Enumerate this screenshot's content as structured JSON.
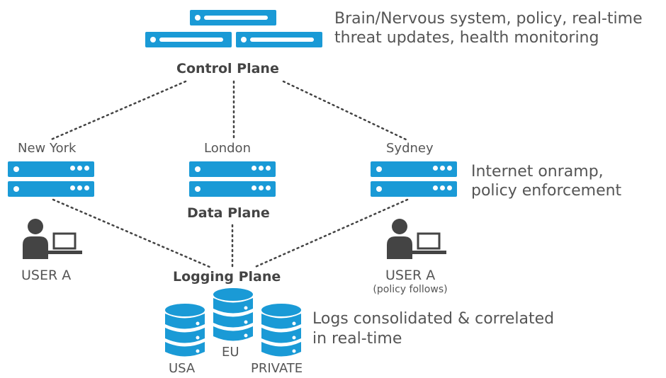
{
  "colors": {
    "accent": "#1a9ad6",
    "text": "#555555",
    "user": "#444444"
  },
  "control_plane": {
    "label": "Control Plane",
    "note_lines": [
      "Brain/Nervous system, policy, real-time",
      "threat updates, health monitoring"
    ]
  },
  "data_plane": {
    "label": "Data Plane",
    "cities": [
      "New York",
      "London",
      "Sydney"
    ],
    "note_lines": [
      "Internet onramp,",
      "policy enforcement"
    ]
  },
  "users": [
    {
      "label": "USER A",
      "sublabel": ""
    },
    {
      "label": "USER A",
      "sublabel": "(policy follows)"
    }
  ],
  "logging_plane": {
    "label": "Logging Plane",
    "databases": [
      "USA",
      "EU",
      "PRIVATE"
    ],
    "note_lines": [
      "Logs consolidated & correlated",
      "in real-time"
    ]
  },
  "icons": [
    "server-icon",
    "user-icon",
    "laptop-icon",
    "database-icon"
  ]
}
